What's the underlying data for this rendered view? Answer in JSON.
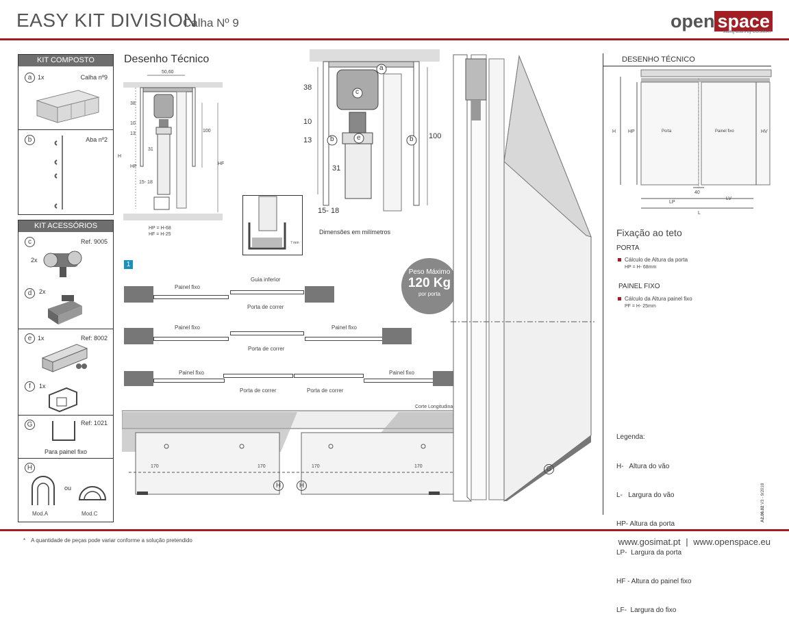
{
  "header": {
    "title": "EASY KIT DIVISION",
    "subtitle": "Calha Nº 9",
    "logo_main": "open",
    "logo_accent": "space",
    "logo_tagline": "sliding doors by GOSIMAT"
  },
  "kit_composto": {
    "title": "KIT COMPOSTO",
    "items": [
      {
        "letter": "a",
        "qty": "1x",
        "name": "Calha nº9"
      },
      {
        "letter": "b",
        "qty": "",
        "name": "Aba nº2"
      }
    ]
  },
  "kit_acessorios": {
    "title": "KIT ACESSÓRIOS",
    "items": [
      {
        "letter": "c",
        "qty": "2x",
        "ref": "Ref. 9005"
      },
      {
        "letter": "d",
        "qty": "2x",
        "ref": ""
      },
      {
        "letter": "e",
        "qty": "1x",
        "ref": "Ref: 8002"
      },
      {
        "letter": "f",
        "qty": "1x",
        "ref": ""
      },
      {
        "letter": "G",
        "qty": "",
        "ref": "Ref: 1021",
        "caption": "Para painel fixo"
      },
      {
        "letter": "H",
        "qty": "",
        "ref": "",
        "mod_a": "Mod.A",
        "ou": "ou",
        "mod_c": "Mod.C"
      }
    ]
  },
  "drawing_small": {
    "title": "Desenho Técnico",
    "dim_top": "50,60",
    "dims_left": [
      "38",
      "10",
      "13",
      "31",
      "15- 18"
    ],
    "dim_right_100": "100",
    "label_h": "H",
    "label_hp": "HP",
    "label_hf": "HF",
    "formula_hp": "HP = H-68",
    "formula_hf": "HF = H-25",
    "detail_dim": "7 mm"
  },
  "drawing_large": {
    "dims_left": [
      "38",
      "10",
      "13",
      "31",
      "15- 18"
    ],
    "dim_right": "100",
    "labels": [
      "a",
      "b",
      "c",
      "e",
      "b"
    ],
    "caption": "Dimensões em milímetros"
  },
  "peso": {
    "line1": "Peso Máximo",
    "line2": "120 Kg",
    "line3": "por porta"
  },
  "configs": {
    "badge": "1",
    "rows": [
      {
        "labels": [
          "Painel fixo",
          "Guia inferior",
          "Porta de correr"
        ]
      },
      {
        "labels": [
          "Painel fixo",
          "Painel fixo",
          "Porta de correr"
        ]
      },
      {
        "labels": [
          "Painel fixo",
          "Painel fixo",
          "Porta de correr",
          "Porta de correr"
        ]
      }
    ]
  },
  "corte": {
    "title": "Corte Longitudinal",
    "dims": [
      "170",
      "170",
      "170",
      "170"
    ],
    "labels": [
      "H",
      "H"
    ]
  },
  "iso_label": "G",
  "desenho_tecnico_right": {
    "title": "DESENHO TÉCNICO",
    "label_h": "H",
    "label_hp": "HP",
    "label_hv": "HV",
    "porta": "Porta",
    "painel_fixo": "Painel fixo",
    "dim_40": "40",
    "lp": "LP",
    "lv": "LV",
    "l": "L"
  },
  "fixacao": {
    "title": "Fixação ao teto",
    "porta_heading": "PORTA",
    "porta_calc": "Cálculo de Altura da porta",
    "porta_formula": "HP = H- 68mm",
    "painel_heading": "PAINEL FIXO",
    "painel_calc": "Cálculo da Altura painel fixo",
    "painel_formula": "PF = H- 25mm"
  },
  "legenda": {
    "title": "Legenda:",
    "items": [
      "H-   Altura do vão",
      "L-   Largura do vão",
      "HP- Altura da porta",
      "LP-  Largura da porta",
      "HF - Altura do painel fixo",
      "LF-  Largura do fixo"
    ]
  },
  "doc_code": "A2.06.02",
  "doc_version": "V3 - 9/2018",
  "footer": {
    "note_star": "*",
    "note": "A quantidade de peças pode variar conforme a solução pretendido",
    "url1": "www.gosimat.pt",
    "sep": "|",
    "url2": "www.openspace.eu"
  },
  "colors": {
    "brand": "#a01e24",
    "gray_header": "#6e6e6e"
  }
}
